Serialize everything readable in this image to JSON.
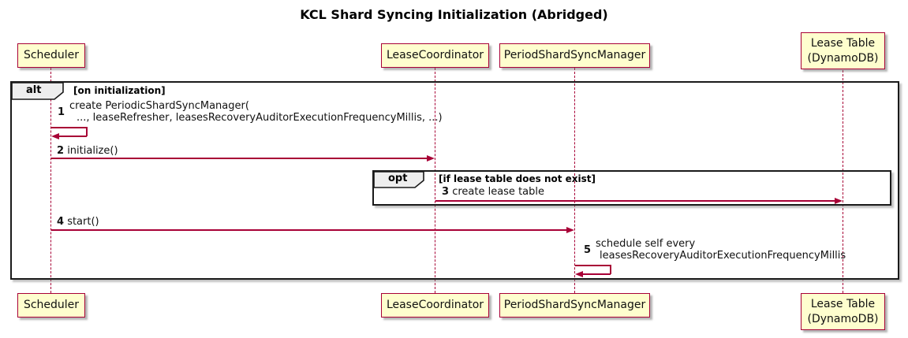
{
  "title": "KCL Shard Syncing Initialization (Abridged)",
  "colors": {
    "participant_fill": "#fefece",
    "accent_border": "#a80036",
    "arrow": "#a80036",
    "frame_border": "#1a1a1a",
    "frame_label_fill": "#eeeeee"
  },
  "participants": [
    {
      "id": "scheduler",
      "name": "Scheduler"
    },
    {
      "id": "lease-coordinator",
      "name": "LeaseCoordinator"
    },
    {
      "id": "period-shard-sync-manager",
      "name": "PeriodShardSyncManager"
    },
    {
      "id": "lease-table",
      "name": "Lease Table\n(DynamoDB)"
    }
  ],
  "frames": [
    {
      "keyword": "alt",
      "condition": "[on initialization]"
    },
    {
      "keyword": "opt",
      "condition": "[if lease table does not exist]"
    }
  ],
  "messages": [
    {
      "num": "1",
      "from": "Scheduler",
      "to": "Scheduler",
      "line1": "create PeriodicShardSyncManager(",
      "line2": "..., leaseRefresher, leasesRecoveryAuditorExecutionFrequencyMillis, ...)"
    },
    {
      "num": "2",
      "from": "Scheduler",
      "to": "LeaseCoordinator",
      "text": "initialize()"
    },
    {
      "num": "3",
      "from": "LeaseCoordinator",
      "to": "Lease Table (DynamoDB)",
      "text": "create lease table"
    },
    {
      "num": "4",
      "from": "Scheduler",
      "to": "PeriodShardSyncManager",
      "text": "start()"
    },
    {
      "num": "5",
      "from": "PeriodShardSyncManager",
      "to": "PeriodShardSyncManager",
      "line1": "schedule self every",
      "line2": "leasesRecoveryAuditorExecutionFrequencyMillis"
    }
  ]
}
